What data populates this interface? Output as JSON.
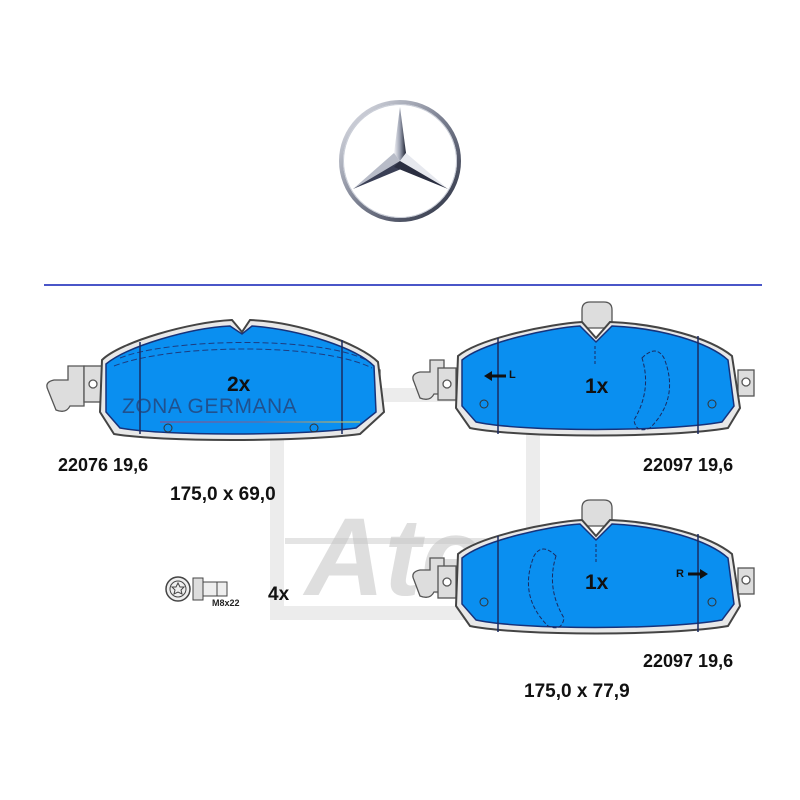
{
  "logo": {
    "icon": "mercedes-star-icon"
  },
  "colors": {
    "pad_fill": "#0a8ff0",
    "divider": "#4a56c8",
    "outline": "#444444"
  },
  "watermark": {
    "text": "ZONA GERMANA",
    "brand_mark": "Ate"
  },
  "pads": [
    {
      "id": "pad-left",
      "quantity": "2x",
      "part": "22076 19,6",
      "dimensions": "175,0 x 69,0"
    },
    {
      "id": "pad-right-top",
      "quantity": "1x",
      "part": "22097 19,6",
      "side_marker": "L",
      "side_arrow": "left"
    },
    {
      "id": "pad-right-bottom",
      "quantity": "1x",
      "part": "22097 19,6",
      "side_marker": "R",
      "side_arrow": "right",
      "dimensions": "175,0 x 77,9"
    }
  ],
  "bolt": {
    "size": "M8x22",
    "quantity": "4x"
  }
}
